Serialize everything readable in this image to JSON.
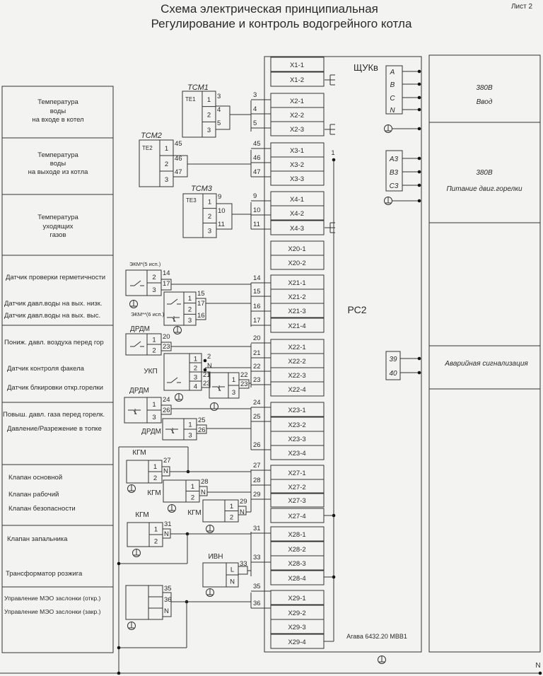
{
  "header": {
    "title": "Схема электрическая принципиальная",
    "subtitle": "Регулирование и контроль водогрейного котла",
    "sheet": "Лист 2"
  },
  "left_labels": [
    [
      "Температура",
      "воды",
      "на входе в котел"
    ],
    [
      "Температура",
      "воды",
      "на выходе из котла"
    ],
    [
      "Температура",
      "уходящих",
      "газов"
    ],
    "Датчик проверки герметичности",
    "Датчик давл.воды на вых. низк.",
    "Датчик давл.воды на вых. выс.",
    "Пониж. давл. воздуха перед гор",
    "Датчик контроля факела",
    "Датчик блкировки откр.горелки",
    "Повыш. давл. газа перед горелк.",
    "Давление/Разрежение в топке",
    "Клапан основной",
    "Клапан рабочий",
    "Клапан безопасности",
    "Клапан запальника",
    "Трансформатор розжига",
    "Управление МЭО заслонки (откр.)",
    "Управление МЭО заслонки (закр.)"
  ],
  "cabinet": {
    "name": "ЩУКв",
    "controller": "РС2",
    "model": "Агава 6432.20 МВВ1",
    "node_label": "1",
    "terminals": [
      "X1-1",
      "X1-2",
      "X2-1",
      "X2-2",
      "X2-3",
      "X3-1",
      "X3-2",
      "X3-3",
      "X4-1",
      "X4-2",
      "X4-3",
      "X20-1",
      "X20-2",
      "X21-1",
      "X21-2",
      "X21-3",
      "X21-4",
      "X22-1",
      "X22-2",
      "X22-3",
      "X22-4",
      "X23-1",
      "X23-2",
      "X23-3",
      "X23-4",
      "X27-1",
      "X27-2",
      "X27-3",
      "X27-4",
      "X28-1",
      "X28-2",
      "X28-3",
      "X28-4",
      "X29-1",
      "X29-2",
      "X29-3",
      "X29-4"
    ],
    "wire_labels": [
      "3",
      "4",
      "5",
      "45",
      "46",
      "47",
      "9",
      "10",
      "11",
      "14",
      "15",
      "16",
      "17",
      "20",
      "21",
      "22",
      "23",
      "24",
      "25",
      "26",
      "27",
      "28",
      "29",
      "31",
      "33",
      "35",
      "36"
    ],
    "phases": [
      "A",
      "B",
      "C",
      "N"
    ],
    "motor_phases": [
      "А3",
      "В3",
      "С3"
    ],
    "alarm": [
      "39",
      "40"
    ]
  },
  "right_panel": {
    "input_voltage": "380В",
    "input_label": "Ввод",
    "motor_voltage": "380В",
    "motor_label": "Питание двиг.горелки",
    "alarm_label": "Аварийная сигнализация"
  },
  "devices": {
    "tsm1": {
      "name": "ТСМ1",
      "sensor": "ТЕ1",
      "pins": [
        "1",
        "2",
        "3"
      ],
      "wires": [
        "3",
        "4",
        "5"
      ]
    },
    "tsm2": {
      "name": "ТСМ2",
      "sensor": "ТЕ2",
      "pins": [
        "1",
        "2",
        "3"
      ],
      "wires": [
        "45",
        "46",
        "47"
      ]
    },
    "tsm3": {
      "name": "ТСМ3",
      "sensor": "ТЕ3",
      "pins": [
        "1",
        "2",
        "3"
      ],
      "wires": [
        "9",
        "10",
        "11"
      ]
    },
    "ekm1": {
      "name": "ЭКМ*(5 исп.)",
      "pins": [
        "2",
        "3"
      ],
      "wires": [
        "14",
        "17"
      ]
    },
    "ekm2": {
      "name": "ЭКМ**(6 исп.)",
      "pins": [
        "1",
        "2",
        "3"
      ],
      "wires": [
        "15",
        "17",
        "16"
      ]
    },
    "drdm1": {
      "name": "ДРДМ",
      "pins": [
        "1",
        "2"
      ],
      "wires": [
        "20",
        "23"
      ]
    },
    "ukp": {
      "name": "УКП",
      "pins": [
        "1",
        "2",
        "3",
        "4"
      ],
      "wires": [
        "21",
        "23"
      ],
      "ext": [
        "2",
        "N"
      ]
    },
    "flame": {
      "pins": [
        "1",
        "3"
      ],
      "wires": [
        "22",
        "23"
      ]
    },
    "drdm2": {
      "name": "ДРДМ",
      "pins": [
        "1",
        "3"
      ],
      "wires": [
        "24",
        "26"
      ]
    },
    "drdm3": {
      "name": "ДРДМ",
      "pins": [
        "1",
        "3"
      ],
      "wires": [
        "25",
        "26"
      ]
    },
    "kgm1": {
      "name": "КГМ",
      "pins": [
        "1",
        "2"
      ],
      "wires": [
        "27",
        "N"
      ]
    },
    "kgm2": {
      "name": "КГМ",
      "pins": [
        "1",
        "2"
      ],
      "wires": [
        "28",
        "N"
      ]
    },
    "kgm3": {
      "name": "КГМ",
      "pins": [
        "1",
        "2"
      ],
      "wires": [
        "29",
        "N"
      ]
    },
    "kgm4": {
      "name": "КГМ",
      "pins": [
        "1",
        "2"
      ],
      "wires": [
        "31",
        "N"
      ]
    },
    "ivn": {
      "name": "ИВН",
      "pins": [
        "L",
        "N"
      ],
      "wires": [
        "33"
      ]
    },
    "meo": {
      "wires": [
        "35",
        "36",
        "N"
      ]
    }
  },
  "neutral_bus": "N"
}
